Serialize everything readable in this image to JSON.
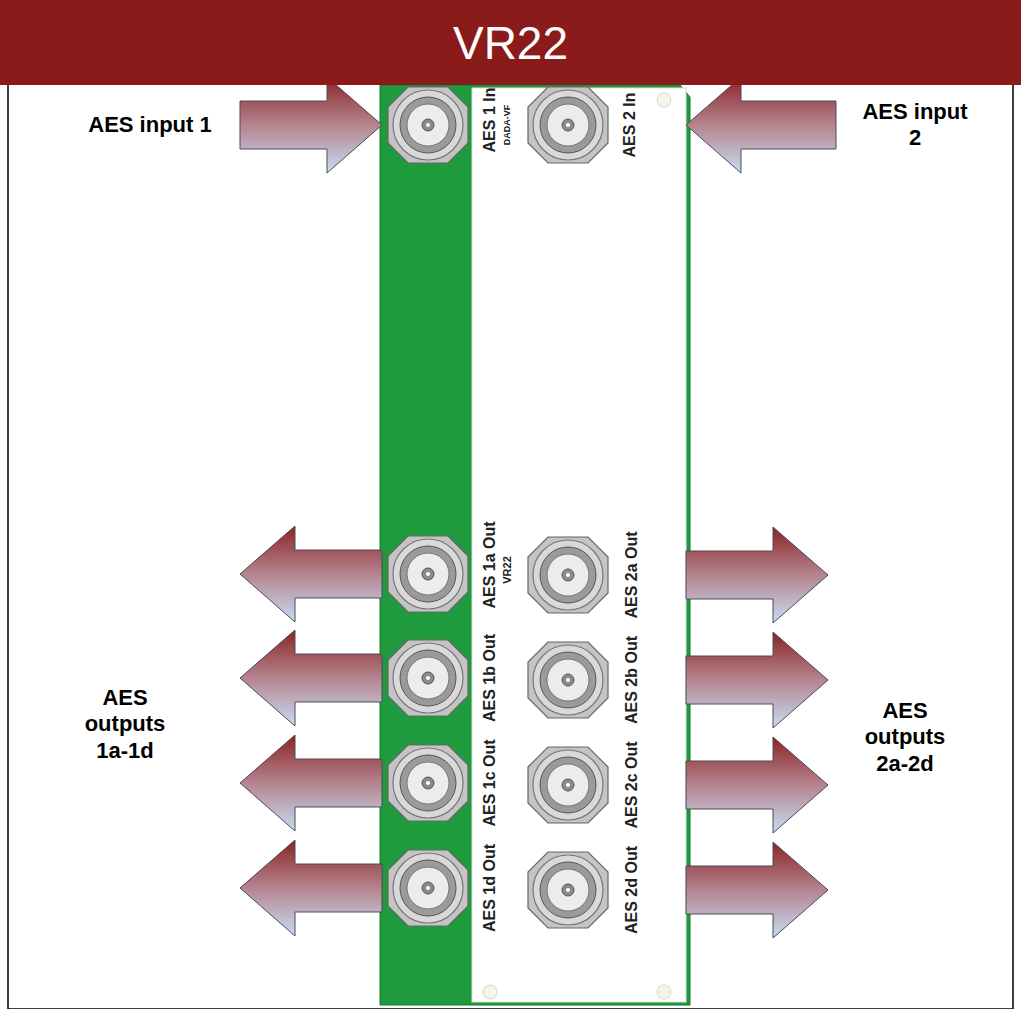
{
  "diagram": {
    "title": "VR22",
    "labels": [
      "AES input 1",
      "AES 1 In",
      "DADA-VF",
      "AES 2 In",
      "AES input 2",
      "AES 1a Out",
      "VR22",
      "AES 2a Out",
      "AES outputs 1a-1d",
      "AES 1b Out",
      "AES 2b Out",
      "AES outputs 2a-2d",
      "AES 1c Out",
      "AES 2c Out",
      "AES 1d Out",
      "AES 2d Out"
    ]
  }
}
